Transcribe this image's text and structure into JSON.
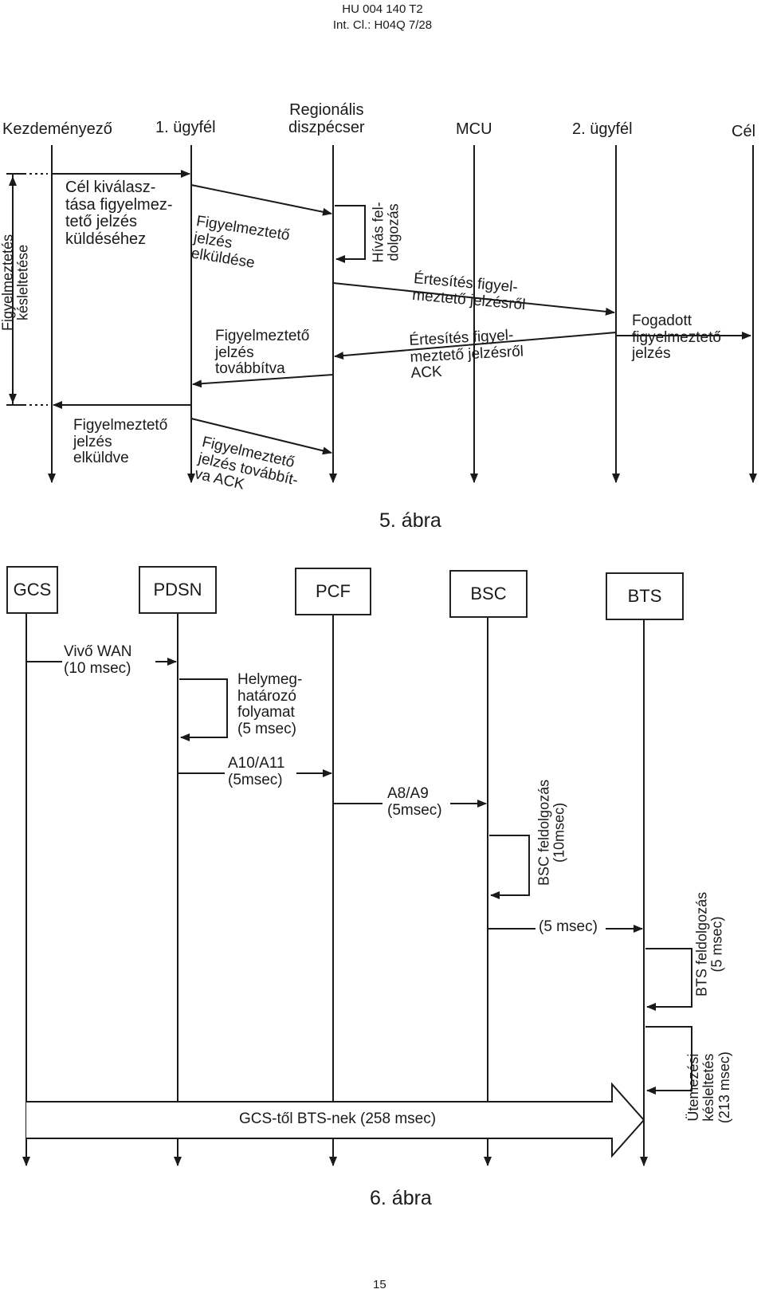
{
  "header": {
    "line1": "HU 004 140 T2",
    "line2": "Int. Cl.: H04Q 7/28"
  },
  "fig5": {
    "caption": "5. ábra",
    "entities": {
      "kezdemenyezo": "Kezdeményező",
      "ugyfel1": "1. ügyfél",
      "regionalis": "Regionális\ndiszpécser",
      "mcu": "MCU",
      "ugyfel2": "2. ügyfél",
      "cel": "Cél"
    },
    "side_label": "Figyelmeztetés\nkésleltetése",
    "messages": {
      "cel_kivalasztasa": "Cél kiválasz-\ntása figyelmez-\ntető jelzés\nküldéséhez",
      "figy_elkuldese": "Figyelmeztető\njelzés\nelküldése",
      "hivas_feldolgozas": "Hívás fel-\ndolgozás",
      "ertesites": "Értesítés figyel-\nmeztető jelzésről",
      "fogadott": "Fogadott\nfigyelmeztető\njelzés",
      "ertesites_ack": "Értesítés figyel-\nmeztető jelzésről\nACK",
      "figy_tovabbitva": "Figyelmeztető\njelzés\ntovábbítva",
      "figy_elkuldve": "Figyelmeztető\njelzés\nelküldve",
      "figy_tovabbitva_ack": "Figyelmeztető\njelzés továbbít-\nva ACK"
    }
  },
  "fig6": {
    "caption": "6. ábra",
    "boxes": {
      "gcs": "GCS",
      "pdsn": "PDSN",
      "pcf": "PCF",
      "bsc": "BSC",
      "bts": "BTS"
    },
    "messages": {
      "vivo_wan": "Vivő WAN\n(10 msec)",
      "helymeghatarozo": "Helymeg-\nhatározó\nfolyamat\n(5 msec)",
      "a10": "A10/A11\n(5msec)",
      "a8": "A8/A9\n(5msec)",
      "bsc_feldolgozas": "BSC feldolgozás\n(10msec)",
      "five_msec": "(5 msec)",
      "bts_feldolgozas": "BTS feldolgozás\n(5 msec)",
      "utemezesi": "Ütemezési\nkésleltetés\n(213 msec)",
      "gcs_bts": "GCS-től BTS-nek (258 msec)"
    }
  },
  "footer": {
    "page_number": "15"
  }
}
